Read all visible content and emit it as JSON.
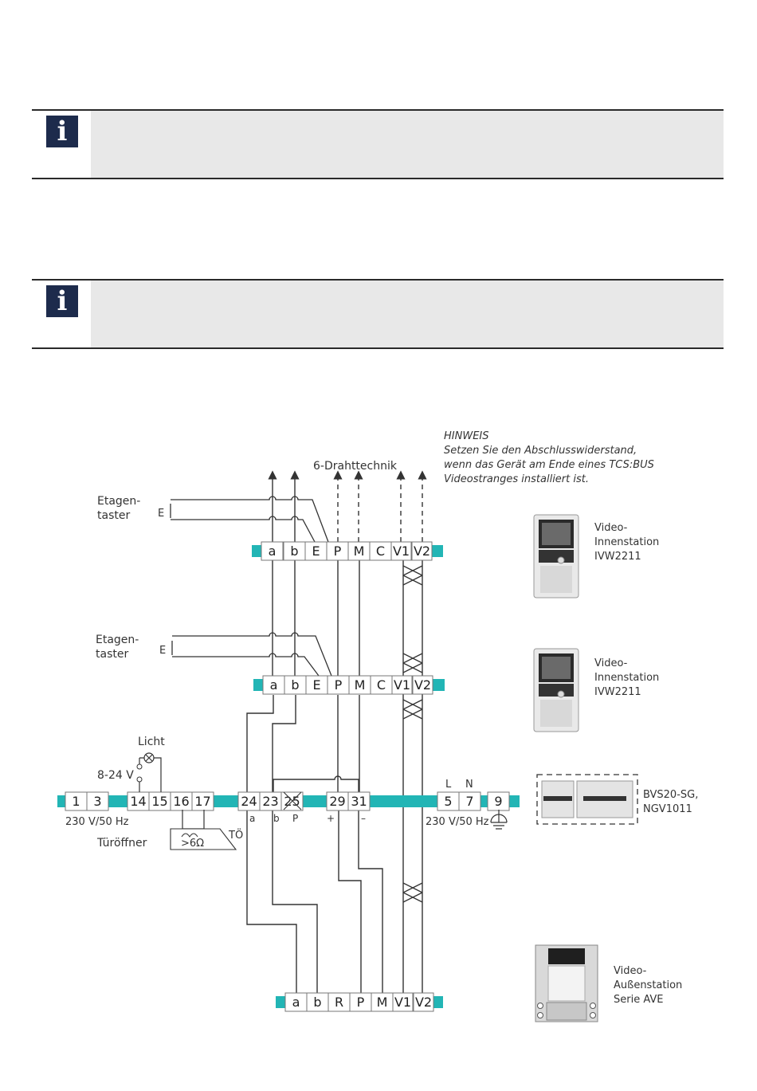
{
  "notices": [
    {
      "icon": "info-icon"
    },
    {
      "icon": "info-icon"
    }
  ],
  "diagram": {
    "hinweis": {
      "title": "HINWEIS",
      "lines": [
        "Setzen Sie den Abschlusswiderstand,",
        "wenn das Gerät am Ende eines TCS:BUS",
        "Videostranges installiert ist."
      ]
    },
    "wiring_label": "6-Drahttechnik",
    "etagen_taster_1": [
      "Etagen-",
      "taster"
    ],
    "etagen_taster_2": [
      "Etagen-",
      "taster"
    ],
    "switch_symbol": "E",
    "indoor_station_terminals": [
      "a",
      "b",
      "E",
      "P",
      "M",
      "C",
      "V1",
      "V2"
    ],
    "indoor_station_label": [
      "Video-",
      "Innenstation",
      "IVW2211"
    ],
    "licht": "Licht",
    "voltage_low": "8-24 V",
    "mains_left": "230 V/50 Hz",
    "tueroeffner": "Türöffner",
    "to_label": "TÖ",
    "timer_label": ">6Ω",
    "power_terminals": [
      "1",
      "3",
      "14",
      "15",
      "16",
      "17",
      "24",
      "23",
      "25",
      "29",
      "31",
      "5",
      "7",
      "9"
    ],
    "sub_labels": {
      "a": "a",
      "b": "b",
      "p": "P",
      "plus": "+",
      "minus": "–",
      "l": "L",
      "n": "N"
    },
    "mains_right": "230 V/50 Hz",
    "power_supply_label": [
      "BVS20-SG,",
      "NGV1011"
    ],
    "outdoor_terminals": [
      "a",
      "b",
      "R",
      "P",
      "M",
      "V1",
      "V2"
    ],
    "outdoor_station_label": [
      "Video-",
      "Außenstation",
      "Serie AVE"
    ],
    "colors": {
      "bus": "#22b5b5",
      "line": "#333333",
      "icon_bg": "#1d2b4c"
    }
  }
}
